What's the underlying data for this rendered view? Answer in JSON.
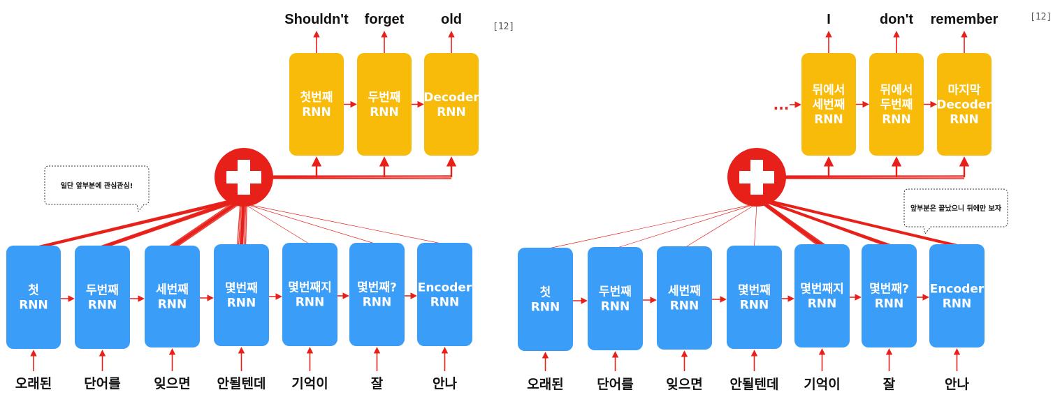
{
  "colors": {
    "encoder": "#3a9ef8",
    "decoder": "#f8bb0a",
    "arrow": "#e8201a",
    "plus_circle": "#e8201a"
  },
  "left": {
    "encoder_labels": [
      [
        "첫",
        "RNN"
      ],
      [
        "두번째",
        "RNN"
      ],
      [
        "세번째",
        "RNN"
      ],
      [
        "몇번째",
        "RNN"
      ],
      [
        "몇번째지",
        "RNN"
      ],
      [
        "몇번째?",
        "RNN"
      ],
      [
        "Encoder",
        "RNN"
      ]
    ],
    "input_words": [
      "오래된",
      "단어를",
      "잊으면",
      "안될텐데",
      "기억이",
      "잘",
      "안나"
    ],
    "decoder_labels": [
      [
        "첫번째",
        "RNN"
      ],
      [
        "두번째",
        "RNN"
      ],
      [
        "Decoder",
        "RNN"
      ]
    ],
    "output_words": [
      "Shouldn't",
      "forget",
      "old"
    ],
    "reference": "[12]",
    "bubble": "일단 앞부분에 관심관심!"
  },
  "right": {
    "encoder_labels": [
      [
        "첫",
        "RNN"
      ],
      [
        "두번째",
        "RNN"
      ],
      [
        "세번째",
        "RNN"
      ],
      [
        "몇번째",
        "RNN"
      ],
      [
        "몇번째지",
        "RNN"
      ],
      [
        "몇번째?",
        "RNN"
      ],
      [
        "Encoder",
        "RNN"
      ]
    ],
    "input_words": [
      "오래된",
      "단어를",
      "잊으면",
      "안될텐데",
      "기억이",
      "잘",
      "안나"
    ],
    "decoder_labels": [
      [
        "뒤에서",
        "세번째",
        "RNN"
      ],
      [
        "뒤에서",
        "두번째",
        "RNN"
      ],
      [
        "마지막",
        "Decoder",
        "RNN"
      ]
    ],
    "output_words": [
      "I",
      "don't",
      "remember"
    ],
    "reference": "[12]",
    "bubble": "앞부분은 끝났으니 뒤에만 보자",
    "ellipsis": "..."
  }
}
